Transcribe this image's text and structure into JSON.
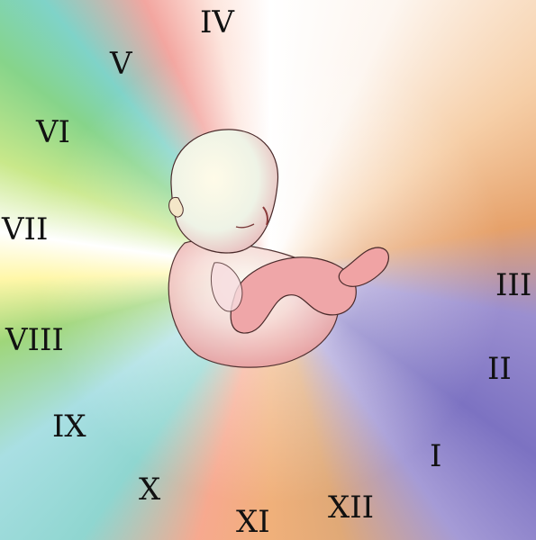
{
  "numerals": [
    "I",
    "II",
    "III",
    "IV",
    "V",
    "VI",
    "VII",
    "VIII",
    "IX",
    "X",
    "XI",
    "XII"
  ],
  "icon": "fetus-figure",
  "colors": {
    "numeral_text": "#111111",
    "wedge_purple": "#7c72c2",
    "wedge_orange": "#e6a16a",
    "wedge_teal": "#8fd6d0",
    "wedge_green": "#9fd67a",
    "wedge_yellow": "#fff7a8",
    "wedge_pink": "#f3a6a0",
    "fetus_skin": "#f2b7b5"
  }
}
